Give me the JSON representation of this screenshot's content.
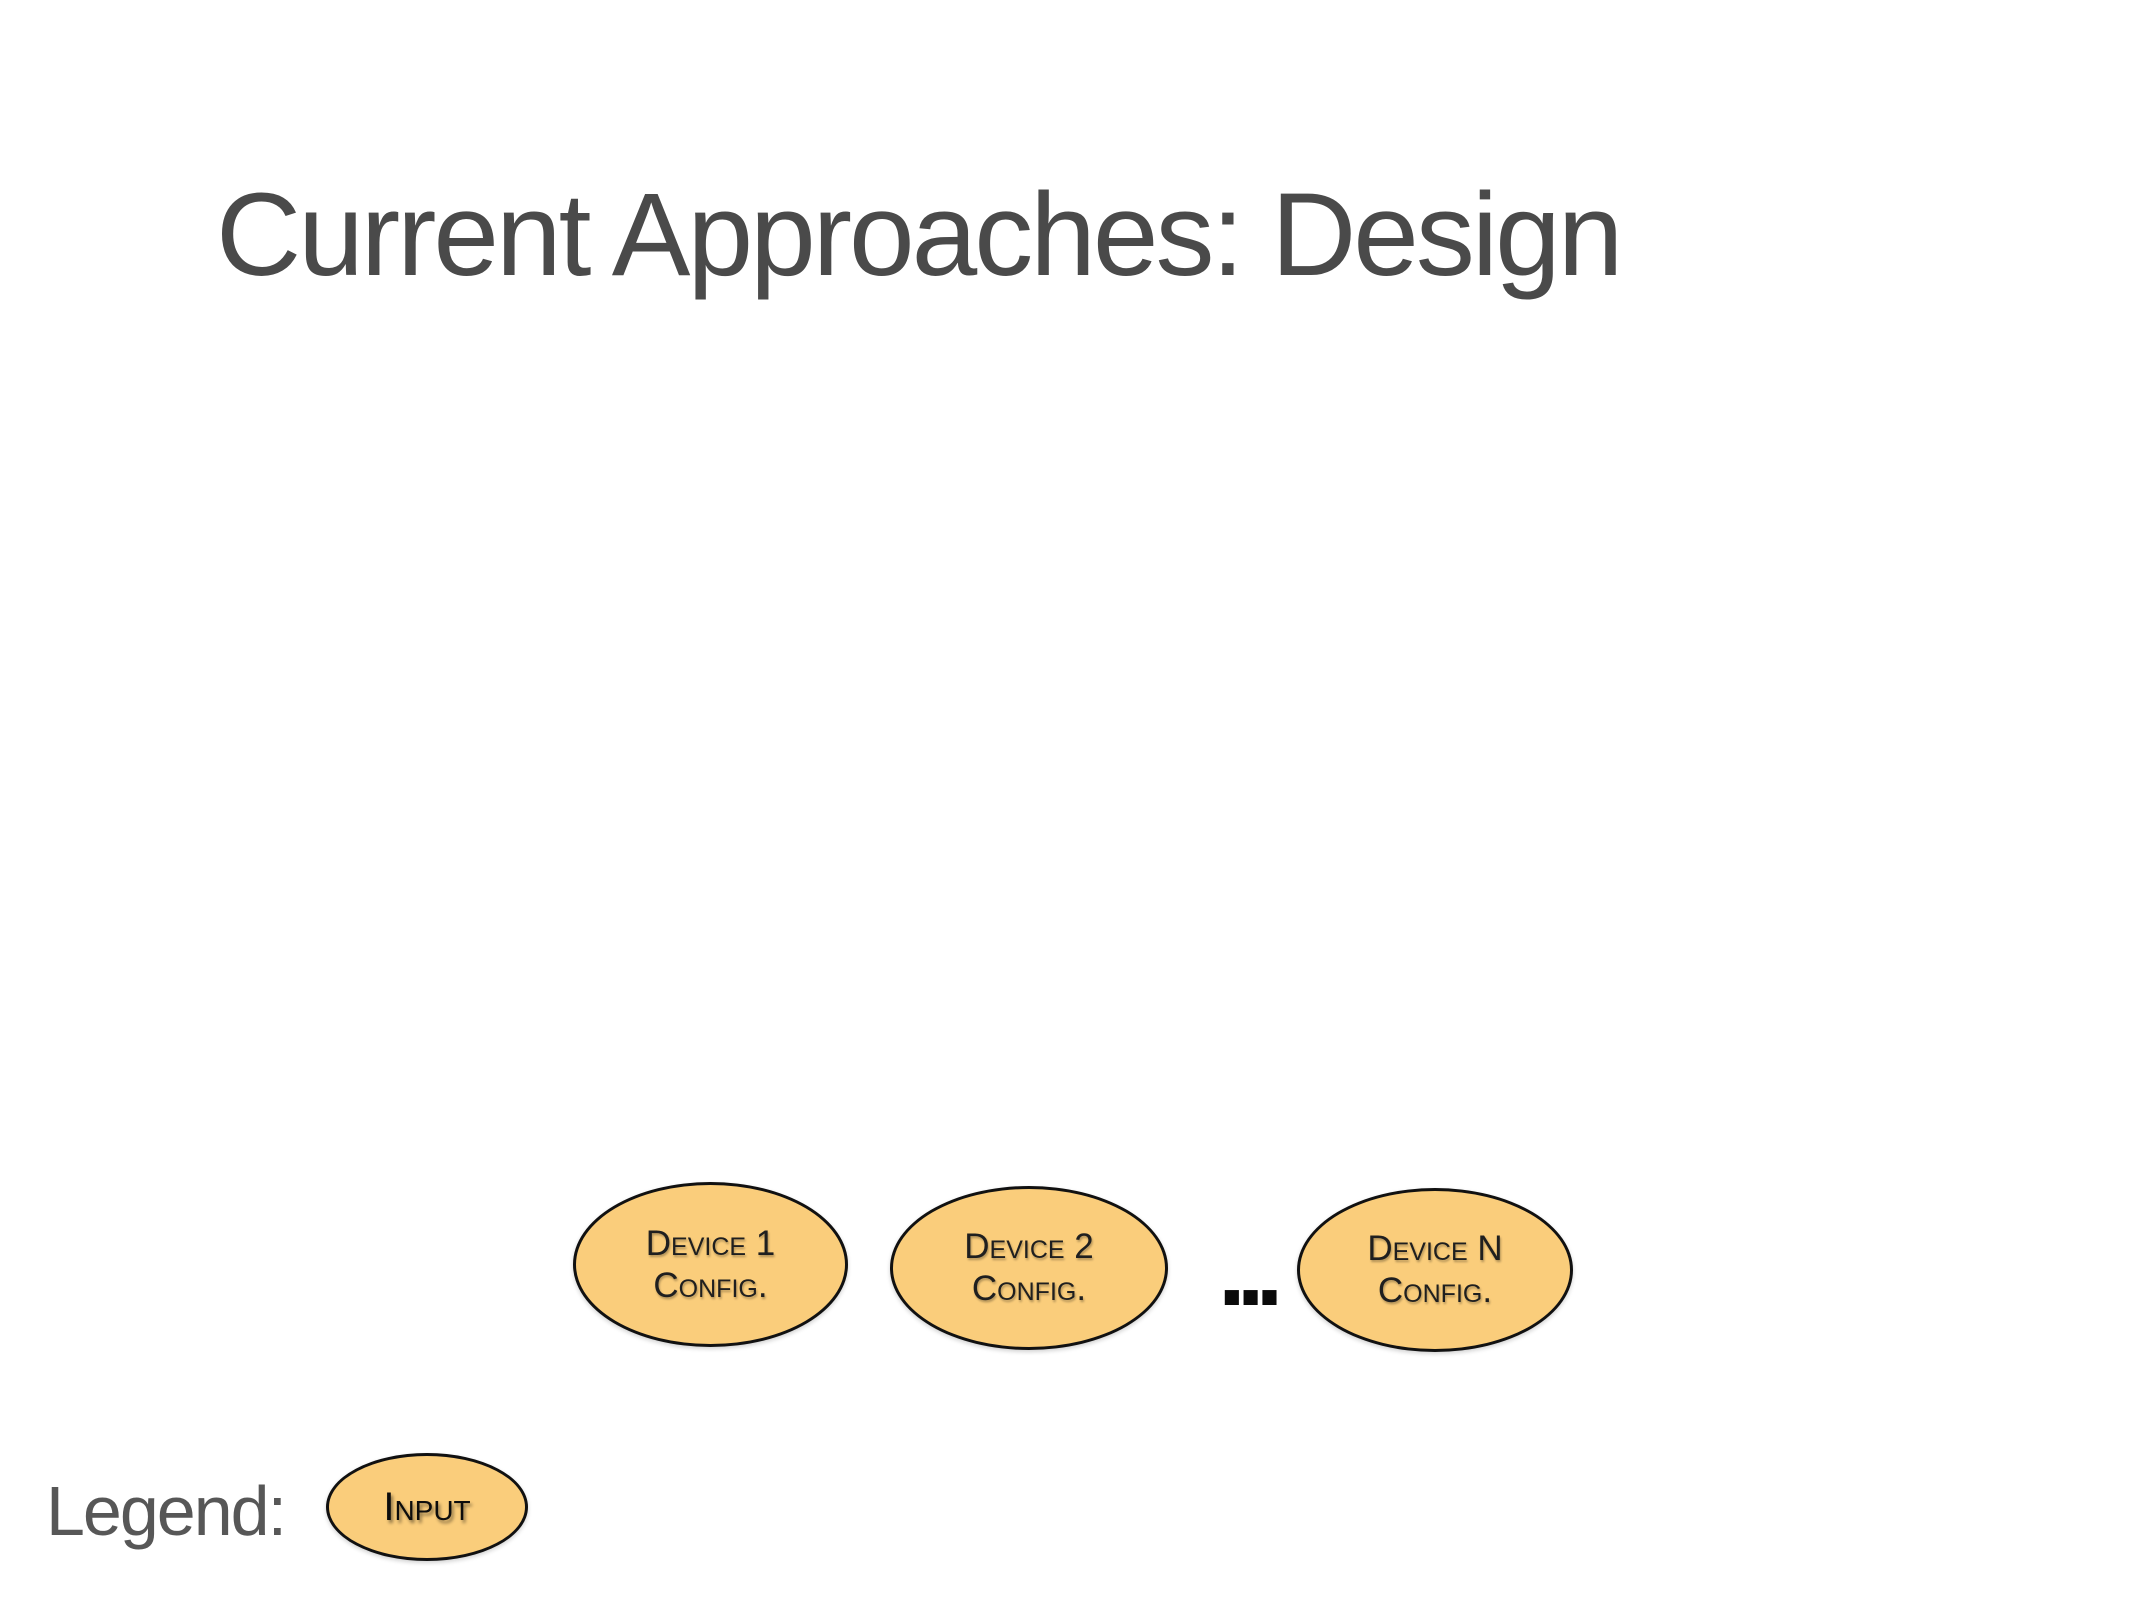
{
  "slide": {
    "title": "Current Approaches: Design"
  },
  "diagram": {
    "nodes": [
      {
        "label": "Device 1\nConfig."
      },
      {
        "label": "Device 2\nConfig."
      },
      {
        "label": "Device N\nConfig."
      }
    ],
    "ellipsis": "..."
  },
  "legend": {
    "label": "Legend:",
    "items": [
      {
        "label": "Input"
      }
    ]
  },
  "colors": {
    "node_fill": "#FACD7B",
    "node_border": "#111111",
    "title_text": "#4a4a4a",
    "legend_text": "#575757"
  }
}
